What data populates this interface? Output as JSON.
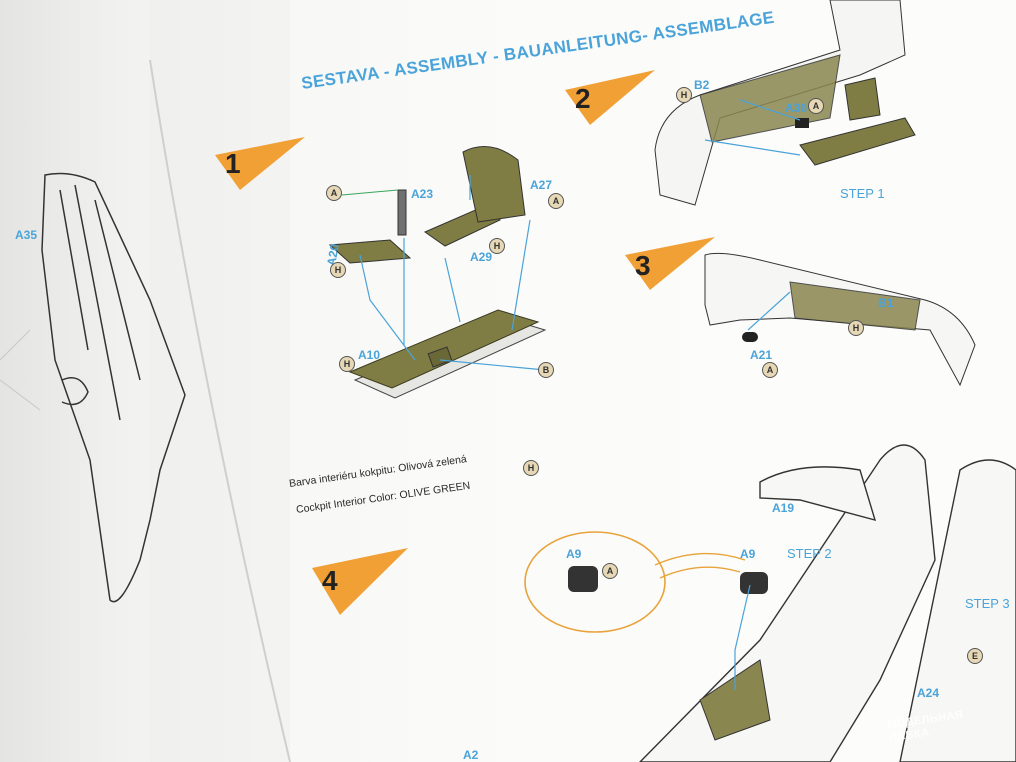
{
  "header": {
    "title": "SESTAVA -  ASSEMBLY - BAUANLEITUNG- ASSEMBLAGE"
  },
  "steps": {
    "s1": "1",
    "s2": "2",
    "s3": "3",
    "s4": "4"
  },
  "step_refs": {
    "step1": "STEP 1",
    "step2": "STEP 2",
    "step3": "STEP 3"
  },
  "parts": {
    "a35": "A35",
    "a23": "A23",
    "a27": "A27",
    "a20": "A20",
    "a29": "A29",
    "a10": "A10",
    "b2": "B2",
    "a36": "A36",
    "b1": "B1",
    "a21": "A21",
    "a19": "A19",
    "a9_left": "A9",
    "a9_right": "A9",
    "a24": "A24",
    "a2": "A2"
  },
  "color_codes": {
    "a": "A",
    "b": "B",
    "e": "E",
    "h": "H"
  },
  "color_note": {
    "cz": "Barva interiéru kokpitu: Olivová zelená",
    "en": "Cockpit Interior Color: OLIVE GREEN"
  },
  "watermark": "МОДЕЛЬНАЯ\nЛАВКА",
  "colors": {
    "accent_blue": "#4aa3d9",
    "step_orange": "#f0a035",
    "olive": "#7c7a42",
    "callout_line": "#e8a33a"
  }
}
